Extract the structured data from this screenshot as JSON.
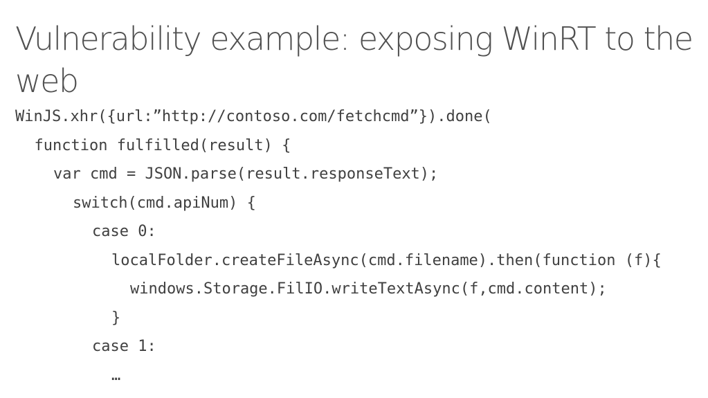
{
  "slide": {
    "title": "Vulnerability example: exposing WinRT to the web",
    "code_lines": [
      {
        "indent": 0,
        "text": "WinJS.xhr({url:”http://contoso.com/fetchcmd”}).done("
      },
      {
        "indent": 1,
        "text": "function fulfilled(result) {"
      },
      {
        "indent": 2,
        "text": "var cmd = JSON.parse(result.responseText);"
      },
      {
        "indent": 3,
        "text": "switch(cmd.apiNum) {"
      },
      {
        "indent": 4,
        "text": "case 0:"
      },
      {
        "indent": 5,
        "text": "localFolder.createFileAsync(cmd.filename).then(function (f){"
      },
      {
        "indent": 6,
        "text": "windows.Storage.FilIO.writeTextAsync(f,cmd.content);"
      },
      {
        "indent": 5,
        "text": "}"
      },
      {
        "indent": 4,
        "text": "case 1:"
      },
      {
        "indent": 5,
        "text": "…"
      }
    ]
  }
}
